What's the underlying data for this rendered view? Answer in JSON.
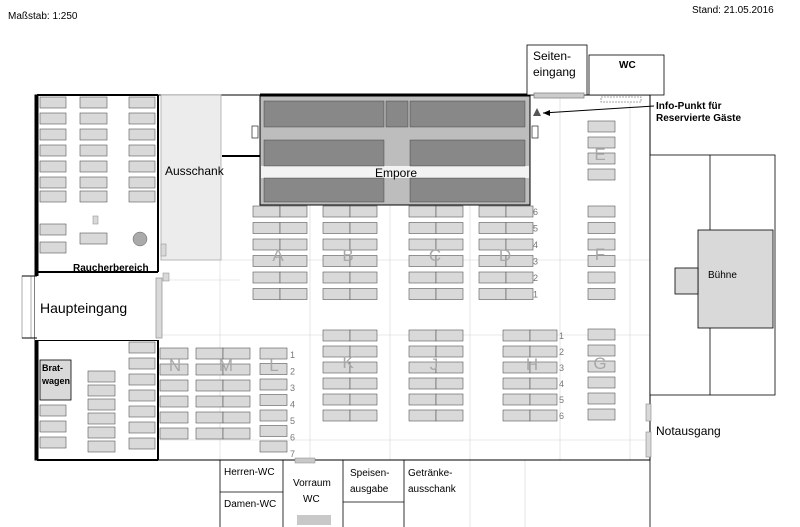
{
  "header": {
    "scale": "Maßstab: 1:250",
    "date": "Stand: 21.05.2016"
  },
  "rooms": {
    "side_entrance_1": "Seiten-",
    "side_entrance_2": "eingang",
    "wc_top": "WC",
    "info_1": "Info-Punkt für",
    "info_2": "Reservierte Gäste",
    "ausschank": "Ausschank",
    "empore": "Empore",
    "raucherbereich": "Raucherbereich",
    "haupteingang": "Haupteingang",
    "buehne": "Bühne",
    "notausgang": "Notausgang",
    "bratwagen_1": "Brat-",
    "bratwagen_2": "wagen",
    "herren_wc": "Herren-WC",
    "damen_wc": "Damen-WC",
    "vorraum_1": "Vorraum",
    "vorraum_2": "WC",
    "speisen_1": "Speisen-",
    "speisen_2": "ausgabe",
    "getraenke_1": "Getränke-",
    "getraenke_2": "ausschank"
  },
  "blocks": [
    "A",
    "B",
    "C",
    "D",
    "F",
    "E",
    "G",
    "H",
    "J",
    "K",
    "L",
    "M",
    "N"
  ],
  "row_numbers_upper": [
    "6",
    "5",
    "4",
    "3",
    "2",
    "1"
  ],
  "row_numbers_right": [
    "1",
    "2",
    "3",
    "4",
    "5",
    "6"
  ],
  "row_numbers_lower": [
    "1",
    "2",
    "3",
    "4",
    "5",
    "6",
    "7"
  ],
  "colors": {
    "table": "#d9d9d9",
    "table_dark": "#8c8c8c",
    "wall": "#000000",
    "area": "#ececec",
    "grid": "#cfcfcf"
  }
}
